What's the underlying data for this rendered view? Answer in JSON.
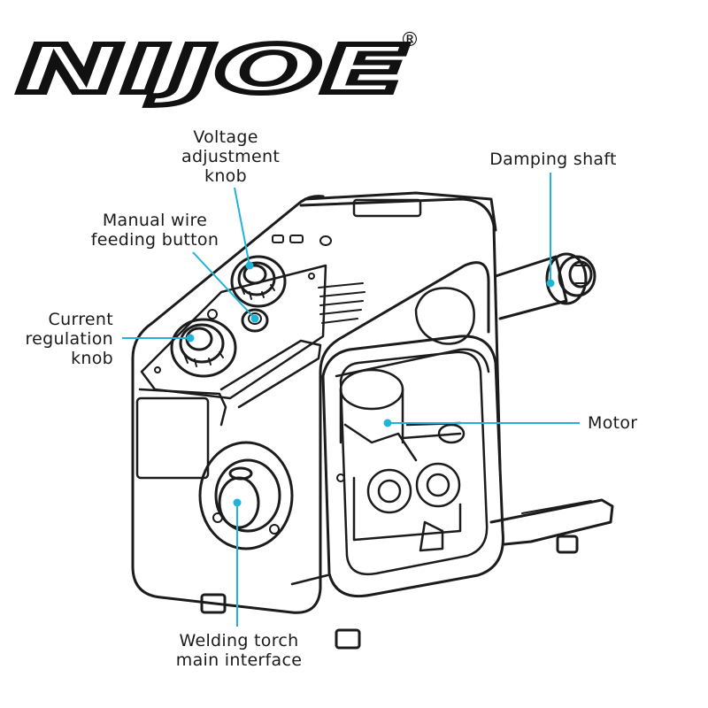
{
  "brand": {
    "name": "NIJOE",
    "registered_mark": "®"
  },
  "colors": {
    "leader_line": "#22b4d6",
    "outline": "#1c1c1c",
    "background": "#ffffff"
  },
  "labels": {
    "voltage_knob": [
      "Voltage",
      "adjustment",
      "knob"
    ],
    "manual_wire_button": [
      "Manual wire",
      "feeding button"
    ],
    "current_knob": [
      "Current",
      "regulation",
      "knob"
    ],
    "damping_shaft": [
      "Damping shaft"
    ],
    "motor": [
      "Motor"
    ],
    "welding_torch_interface": [
      "Welding torch",
      "main interface"
    ]
  }
}
